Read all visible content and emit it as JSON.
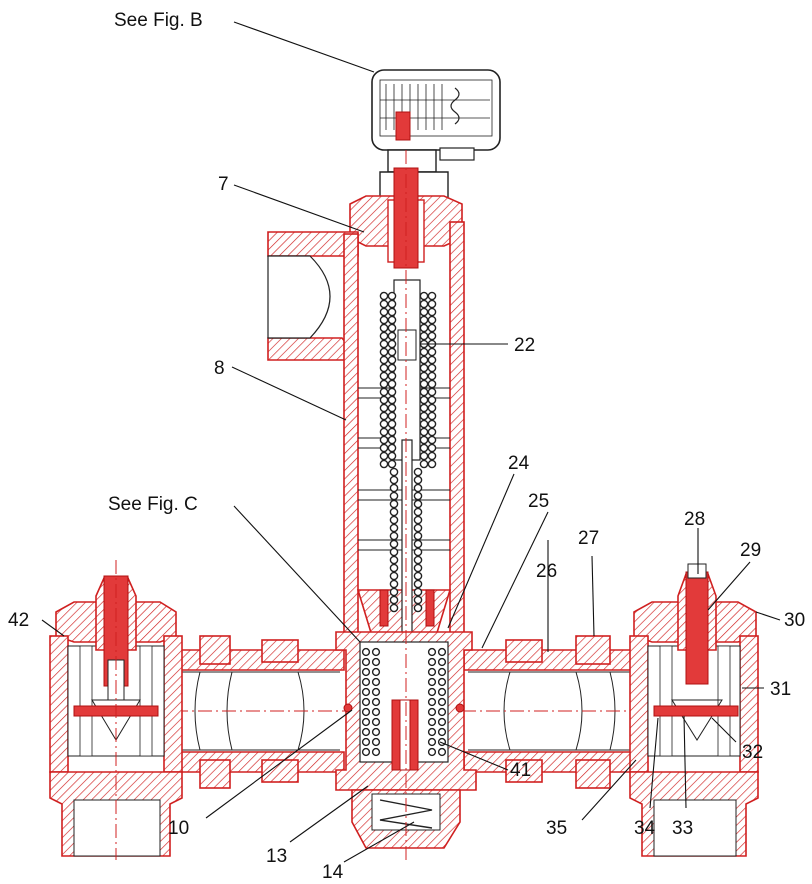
{
  "labels": {
    "fig_b": "See Fig. B",
    "fig_c": "See Fig. C",
    "n7": "7",
    "n8": "8",
    "n10": "10",
    "n13": "13",
    "n14": "14",
    "n22": "22",
    "n24": "24",
    "n25": "25",
    "n26": "26",
    "n27": "27",
    "n28": "28",
    "n29": "29",
    "n30": "30",
    "n31": "31",
    "n32": "32",
    "n33": "33",
    "n34": "34",
    "n35": "35",
    "n41": "41",
    "n42": "42"
  },
  "colors": {
    "hatch_red": "#d02020",
    "solid_red": "#e23a3a",
    "ink": "#111111"
  }
}
